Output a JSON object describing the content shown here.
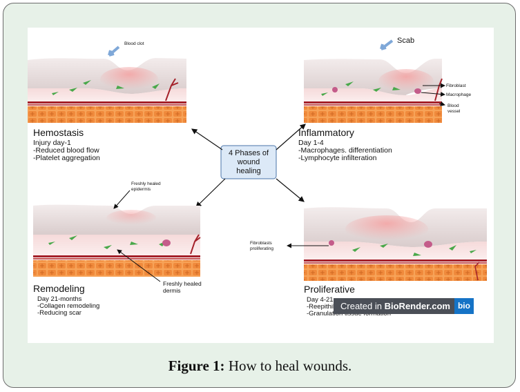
{
  "center": {
    "line1": "4 Phases of",
    "line2": "wound",
    "line3": "healing"
  },
  "panels": {
    "hemostasis": {
      "title": "Hemostasis",
      "lines": [
        "Injury day-1",
        "-Reduced blood flow",
        "-Platelet aggregation"
      ],
      "annotation": "Blood clot"
    },
    "inflammatory": {
      "title": "Inflammatory",
      "lines": [
        "Day 1-4",
        "-Macrophages. differentiation",
        "-Lymphocyte infilteration"
      ],
      "annotation": "Scab",
      "labels": [
        "Fibroblast",
        "Macrophage",
        "Blood",
        "vessel"
      ]
    },
    "remodeling": {
      "title": "Remodeling",
      "lines": [
        "Day 21-months",
        "-Collagen remodeling",
        "-Reducing scar"
      ],
      "annotation_top": [
        "Freshly healed",
        "epidermis"
      ],
      "annotation_bottom": [
        "Freshly healed",
        "dermis"
      ]
    },
    "proliferative": {
      "title": "Proliferative",
      "lines": [
        "Day 4-21",
        "-Reepithilization",
        "-Granulation tissue formation"
      ],
      "annotation": [
        "Fibroblasts",
        "proliferating"
      ]
    }
  },
  "badge": {
    "prefix": "Created in",
    "brand": "BioRender.com",
    "logo": "bio"
  },
  "caption": {
    "label": "Figure 1:",
    "text": "How to heal wounds."
  },
  "colors": {
    "frame_bg": "#e7f1e8",
    "center_fill": "#dce9f7",
    "fat": "#f08a3c",
    "blood": "#a4212a",
    "cells": "#49a84a"
  }
}
